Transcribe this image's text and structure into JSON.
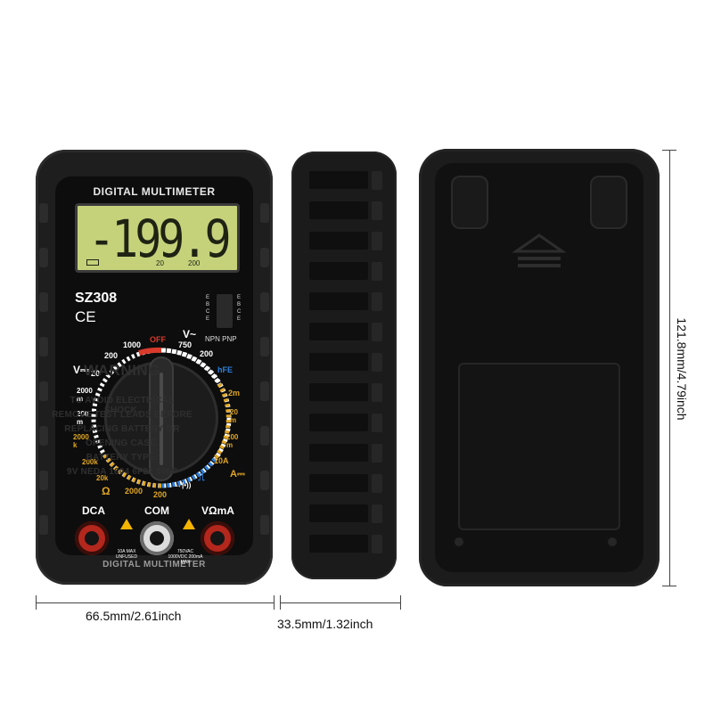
{
  "front": {
    "title": "DIGITAL MULTIMETER",
    "bottom_title": "DIGITAL MULTIMETER",
    "display": {
      "reading": "-199.9",
      "range_20": "20",
      "range_200": "200"
    },
    "model": "SZ308",
    "ce": "CE",
    "transistor": {
      "left": "E\nB\nC\nE",
      "right": "E\nB\nC\nE",
      "types": "NPN PNP"
    },
    "dial_labels": {
      "off": "OFF",
      "v_ac": "V~",
      "v_dc": "V⎓",
      "ac_750": "750",
      "ac_200": "200",
      "dc_1000": "1000",
      "dc_200": "200",
      "dc_20": "20",
      "ohm_2000m": "2000\nm",
      "ohm_200m": "200\nm",
      "hfe": "hFE",
      "a_2m": "2m",
      "a_20m": "20\nm",
      "a_200m": "200\nm",
      "a_10a": "10A",
      "a_dc": "A⎓",
      "k_2000": "2000\nk",
      "k_200": "200k",
      "k_20": "20k",
      "ohm": "Ω",
      "ohm_2000": "2000",
      "ohm_200": "200",
      "diode": "→|•))",
      "square": "⎍"
    },
    "jacks": {
      "dca": "DCA",
      "com": "COM",
      "vomA": "VΩmA",
      "dca_note": "10A MAX\nUNFUSED",
      "vomA_note": "750VAC\n1000VDC 200mA\nMAX"
    }
  },
  "back": {
    "warning_title": "WARNING",
    "warning_lines": [
      "TO AVOID ELECTRICAL SHOCK,",
      "REMOVE TEST LEADS BEFORE",
      "REPLACING BATTERY OR",
      "OPENING CASE.",
      "BATTERY TYPE:",
      "9V NEDA 1604 6F22 006P"
    ]
  },
  "dimensions": {
    "width": "66.5mm/2.61inch",
    "depth": "33.5mm/1.32inch",
    "height": "121.8mm/4.79inch"
  },
  "colors": {
    "body": "#1e1e1e",
    "lcd": "#c5d27a",
    "accent_red": "#d93a2b",
    "accent_blue": "#2f7fdd",
    "accent_yellow": "#e0a623",
    "warning": "#f4b400"
  }
}
